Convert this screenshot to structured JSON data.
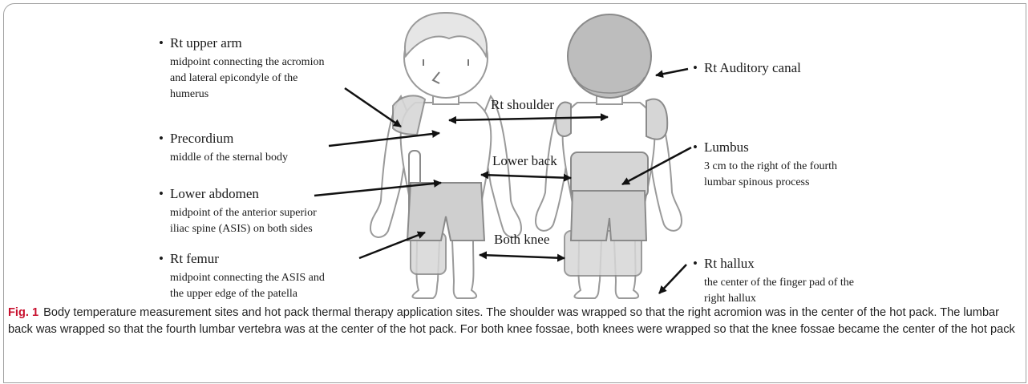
{
  "figure": {
    "left_labels": [
      {
        "title": "Rt upper arm",
        "desc": [
          "midpoint connecting the acromion",
          "and lateral epicondyle of the",
          "humerus"
        ]
      },
      {
        "title": "Precordium",
        "desc": [
          "middle of the sternal body"
        ]
      },
      {
        "title": "Lower abdomen",
        "desc": [
          "midpoint of the anterior superior",
          "iliac spine (ASIS) on both sides"
        ]
      },
      {
        "title": "Rt femur",
        "desc": [
          "midpoint connecting the ASIS and",
          "the upper edge of the patella"
        ]
      }
    ],
    "right_labels": [
      {
        "title": "Rt Auditory canal",
        "desc": []
      },
      {
        "title": "Lumbus",
        "desc": [
          "3 cm to the right of the fourth",
          "lumbar spinous process"
        ]
      },
      {
        "title": "Rt hallux",
        "desc": [
          "the center of the finger pad of the",
          "right hallux"
        ]
      }
    ],
    "middle_labels": {
      "shoulder": "Rt shoulder",
      "lower_back": "Lower back",
      "knee": "Both knee"
    },
    "bullet": "•"
  },
  "caption": {
    "figno": "Fig. 1",
    "text": "Body temperature measurement sites and hot pack thermal therapy application sites. The shoulder was wrapped so that the right acromion was in the center of the hot pack. The lumbar back was wrapped so that the fourth lumbar vertebra was at the center of the hot pack. For both knee fossae, both knees were wrapped so that the knee fossae became the center of the hot pack"
  }
}
